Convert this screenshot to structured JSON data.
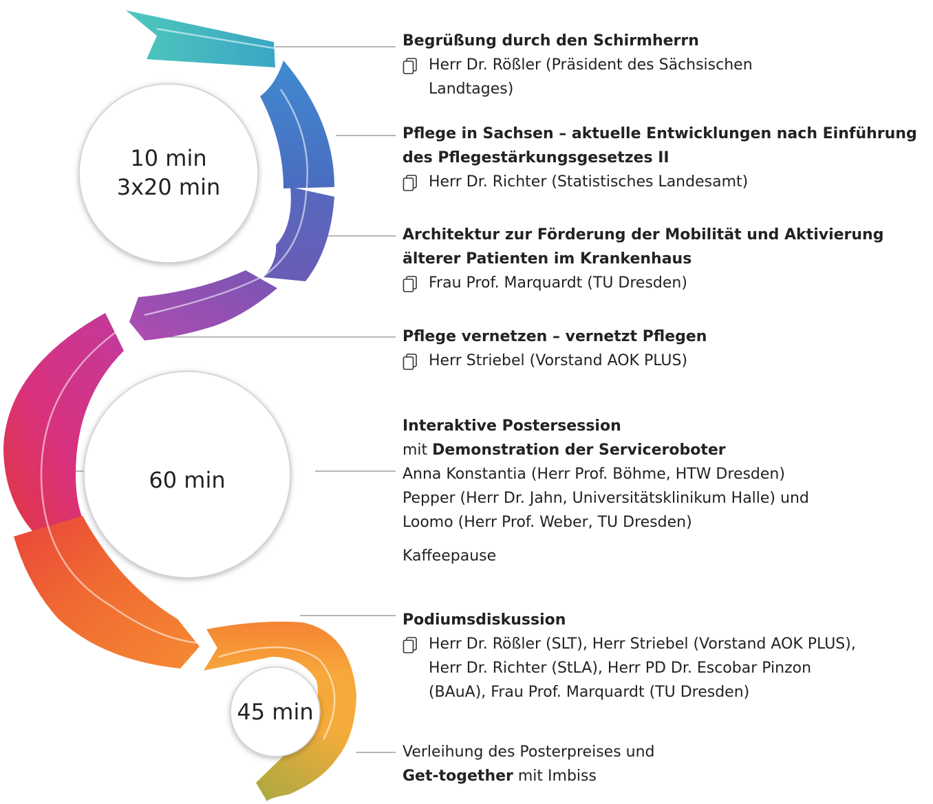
{
  "circles": [
    {
      "lines": [
        "10 min",
        "3x20 min"
      ]
    },
    {
      "lines": [
        "60 min"
      ]
    },
    {
      "lines": [
        "45 min"
      ]
    }
  ],
  "icons": {
    "speaker": "document-copy-icon"
  },
  "colors": {
    "teal": "#4fc8bd",
    "blue": "#4579c6",
    "indigo": "#5e63b5",
    "purple": "#9b4fb3",
    "magenta": "#d8317d",
    "red": "#e4393a",
    "orange": "#f07632",
    "amber": "#f6a93a",
    "olive": "#b5ac3a"
  },
  "agenda": [
    {
      "title": "Begrüßung durch den Schirmherrn",
      "speakers": [
        "Herr Dr. Rößler (Präsident des Sächsischen",
        "Landtages)"
      ]
    },
    {
      "title_lines": [
        "Pflege in Sachsen – aktuelle Entwicklungen nach Einführung",
        "des Pflegestärkungsgesetzes II"
      ],
      "speakers": [
        "Herr Dr. Richter (Statistisches Landesamt)"
      ]
    },
    {
      "title_lines": [
        "Architektur zur Förderung der Mobilität und Aktivierung",
        "älterer Patienten im Krankenhaus"
      ],
      "speakers": [
        "Frau Prof. Marquardt (TU Dresden)"
      ]
    },
    {
      "title": "Pflege vernetzen – vernetzt Pflegen",
      "speakers": [
        "Herr Striebel (Vorstand AOK PLUS)"
      ]
    },
    {
      "title": "Interaktive Postersession",
      "subtitle_prefix": "mit ",
      "subtitle_bold": "Demonstration der Serviceroboter",
      "lines": [
        "Anna Konstantia (Herr Prof. Böhme, HTW Dresden)",
        "Pepper (Herr Dr. Jahn, Universitätsklinikum Halle) und",
        "Loomo (Herr Prof. Weber, TU Dresden)"
      ],
      "pause": "Kaffeepause"
    },
    {
      "title": "Podiumsdiskussion",
      "speakers": [
        "Herr Dr. Rößler (SLT), Herr Striebel (Vorstand AOK PLUS),",
        "Herr Dr. Richter (StLA), Herr PD Dr. Escobar Pinzon",
        "(BAuA), Frau Prof. Marquardt (TU Dresden)"
      ]
    },
    {
      "line1": "Verleihung des Posterpreises und",
      "line2_bold": "Get-together",
      "line2_rest": " mit Imbiss"
    }
  ]
}
